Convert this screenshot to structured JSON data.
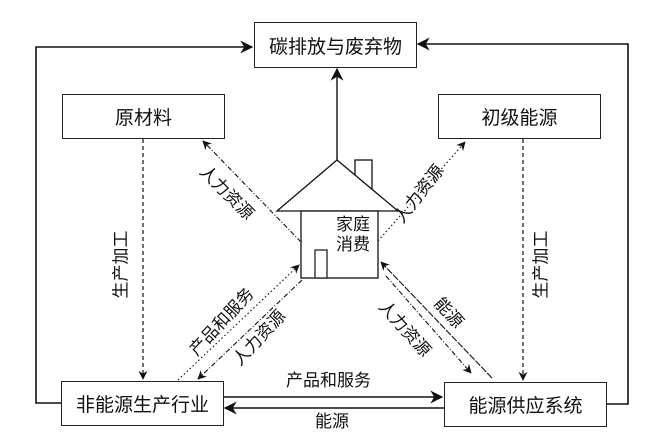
{
  "diagram": {
    "nodes": {
      "emissions": "碳排放与废弃物",
      "raw_materials": "原材料",
      "primary_energy": "初级能源",
      "household": [
        "家庭",
        "消费"
      ],
      "non_energy_industry": "非能源生产行业",
      "energy_supply": "能源供应系统"
    },
    "edges": [
      {
        "id": "raw-to-industry",
        "from": "raw_materials",
        "to": "non_energy_industry",
        "label": "生产加工",
        "style": "dashed"
      },
      {
        "id": "primary-to-energy",
        "from": "primary_energy",
        "to": "energy_supply",
        "label": "生产加工",
        "style": "dashed"
      },
      {
        "id": "house-to-raw",
        "from": "household",
        "to": "raw_materials",
        "label": "人力资源",
        "style": "dash-dot"
      },
      {
        "id": "house-to-primary",
        "from": "household",
        "to": "primary_energy",
        "label": "人力资源",
        "style": "dash-dot"
      },
      {
        "id": "industry-to-house",
        "from": "non_energy_industry",
        "to": "household",
        "label": "产品和服务",
        "style": "dash-dot"
      },
      {
        "id": "house-to-industry",
        "from": "household",
        "to": "non_energy_industry",
        "label": "人力资源",
        "style": "dash-dot"
      },
      {
        "id": "energy-to-house",
        "from": "energy_supply",
        "to": "household",
        "label": "能源",
        "style": "dash-dot"
      },
      {
        "id": "house-to-energy",
        "from": "household",
        "to": "energy_supply",
        "label": "人力资源",
        "style": "dash-dot"
      },
      {
        "id": "industry-to-energy",
        "from": "non_energy_industry",
        "to": "energy_supply",
        "label": "产品和服务",
        "style": "solid"
      },
      {
        "id": "energy-to-industry",
        "from": "energy_supply",
        "to": "non_energy_industry",
        "label": "能源",
        "style": "solid"
      },
      {
        "id": "house-to-emissions",
        "from": "household",
        "to": "emissions",
        "label": "",
        "style": "solid"
      },
      {
        "id": "industry-to-emissions",
        "from": "non_energy_industry",
        "to": "emissions",
        "label": "",
        "style": "solid"
      },
      {
        "id": "energy-to-emissions",
        "from": "energy_supply",
        "to": "emissions",
        "label": "",
        "style": "solid"
      }
    ]
  }
}
